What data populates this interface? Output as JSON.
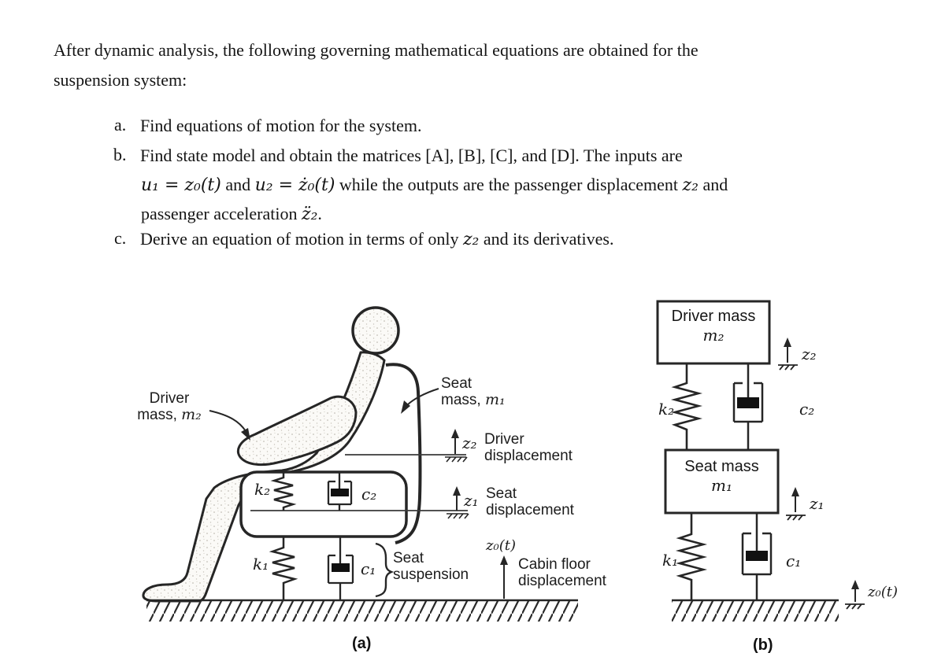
{
  "colors": {
    "ink": "#141414",
    "figure_stroke": "#262626",
    "paper": "#ffffff"
  },
  "problem": {
    "intro_line1": "After dynamic analysis, the following governing mathematical equations are obtained for the",
    "intro_line2": "suspension system:",
    "item_a_marker": "a.",
    "item_a_text": "Find equations of motion for the system.",
    "item_b_marker": "b.",
    "item_b_line1": "Find state model and obtain the matrices [A], [B], [C], and [D]. The inputs are",
    "item_b_line2_m1": "u₁ = z₀(t)",
    "item_b_line2_t1": " and ",
    "item_b_line2_m2": "u₂ = ż₀(t)",
    "item_b_line2_t2": " while the outputs are the passenger displacement ",
    "item_b_line2_m3": "z₂",
    "item_b_line2_t3": " and",
    "item_b_line3_t1": "passenger acceleration ",
    "item_b_line3_m1": "z̈₂",
    "item_b_line3_t2": ".",
    "item_c_marker": "c.",
    "item_c_t1": "Derive an equation of motion in terms of only ",
    "item_c_m1": "z₂",
    "item_c_t2": " and its derivatives."
  },
  "figure": {
    "a": {
      "driver_mass_word1": "Driver",
      "driver_mass_word2": "mass,",
      "driver_mass_sym": "m₂",
      "seat_mass_word1": "Seat",
      "seat_mass_word2": "mass,",
      "seat_mass_sym": "m₁",
      "z2_sym": "z₂",
      "driver_disp_1": "Driver",
      "driver_disp_2": "displacement",
      "z1_sym": "z₁",
      "seat_disp_1": "Seat",
      "seat_disp_2": "displacement",
      "k2_sym": "k₂",
      "c2_sym": "c₂",
      "k1_sym": "k₁",
      "c1_sym": "c₁",
      "suspension_1": "Seat",
      "suspension_2": "suspension",
      "z0_sym": "z₀(t)",
      "cabin_1": "Cabin floor",
      "cabin_2": "displacement",
      "caption": "(a)"
    },
    "b": {
      "driver_box_line1": "Driver mass",
      "driver_box_sym": "m₂",
      "seat_box_line1": "Seat mass",
      "seat_box_sym": "m₁",
      "z2_sym": "z₂",
      "z1_sym": "z₁",
      "z0_sym": "z₀(t)",
      "k2_sym": "k₂",
      "c2_sym": "c₂",
      "k1_sym": "k₁",
      "c1_sym": "c₁",
      "caption": "(b)"
    }
  }
}
